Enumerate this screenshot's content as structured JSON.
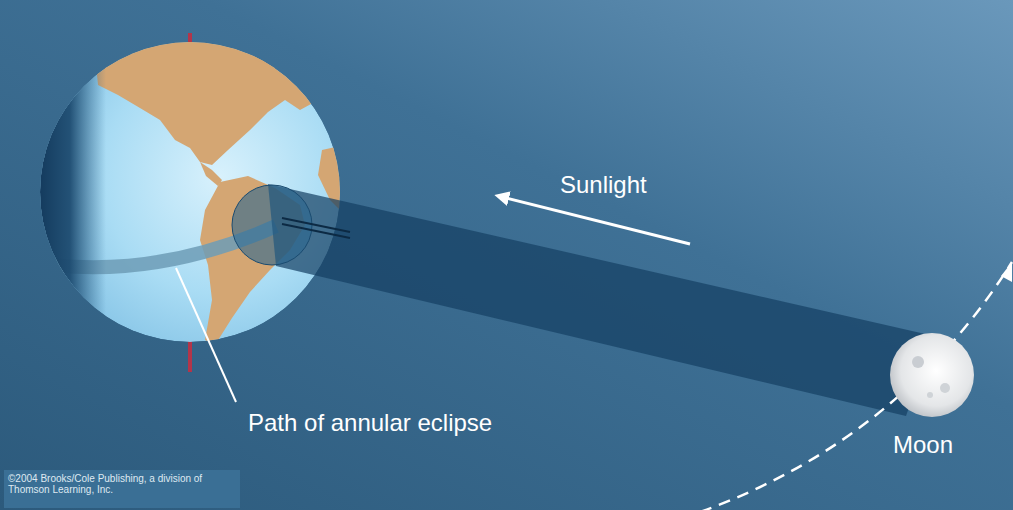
{
  "diagram": {
    "labels": [
      "Sunlight",
      "Path of annular eclipse",
      "Moon",
      "©2004 Brooks/Cole Publishing, a division of Thomson Learning, Inc."
    ]
  }
}
